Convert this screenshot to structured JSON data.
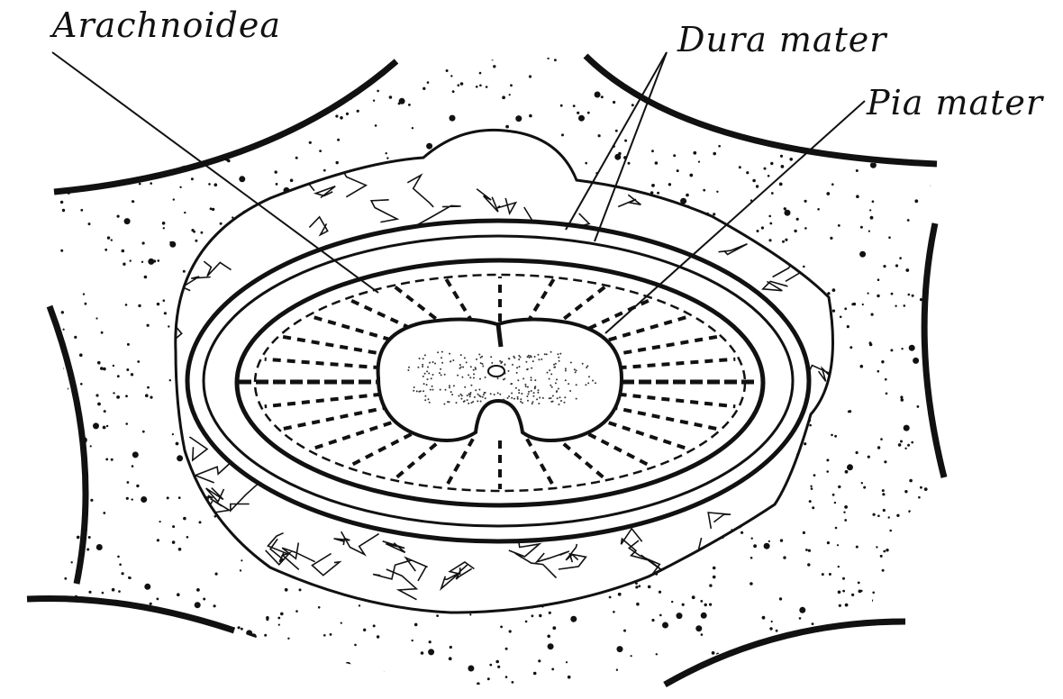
{
  "labels": {
    "arachnoidea": "Arachnoidea",
    "dura_mater": "Dura mater",
    "pia_mater": "Pia mater"
  },
  "colors": {
    "ink": "#111111",
    "background": "#ffffff"
  }
}
